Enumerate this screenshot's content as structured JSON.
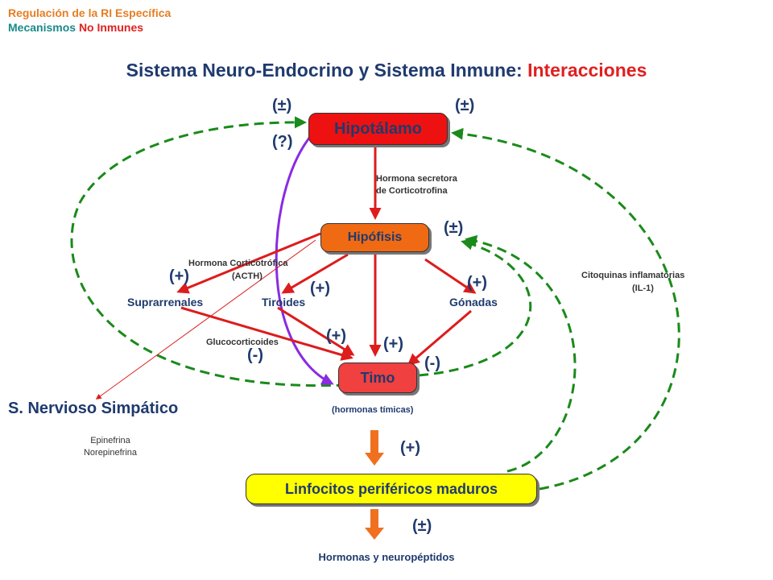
{
  "header": {
    "line1": "Regulación de la RI Específica",
    "line2_part1": "Mecanismos ",
    "line2_part2": "No Inmunes"
  },
  "title": {
    "part1": "Sistema Neuro-Endocrino y Sistema Inmune: ",
    "part2": "Interacciones"
  },
  "nodes": {
    "hipotalamo": "Hipotálamo",
    "hipofisis": "Hipófisis",
    "timo": "Timo",
    "linfocitos": "Linfocitos periféricos maduros",
    "suprarrenales": "Suprarrenales",
    "tiroides": "Tiroides",
    "gonadas": "Gónadas",
    "snervioso": "S. Nervioso Simpático"
  },
  "labels": {
    "hormona_secretora_1": "Hormona secretora",
    "hormona_secretora_2": "de Corticotrofina",
    "hormona_corticotrofica_1": "Hormona Corticotrófica",
    "hormona_corticotrofica_2": "(ACTH)",
    "glucocorticoides": "Glucocorticoides",
    "citoquinas_1": "Citoquinas inflamatorias",
    "citoquinas_2": "(IL-1)",
    "hormonas_timicas": "(hormonas tímicas)",
    "epinefrina": "Epinefrina",
    "norepinefrina": "Norepinefrina",
    "hormonas_neuropeptidos": "Hormonas y neuropéptidos"
  },
  "signs": {
    "hip_left": "(±)",
    "hip_right": "(±)",
    "hip_question": "(?)",
    "hipofisis_right": "(±)",
    "suprarrenales": "(+)",
    "tiroides": "(+)",
    "gonadas": "(+)",
    "timo_plus_1": "(+)",
    "timo_plus_2": "(+)",
    "timo_minus_left": "(-)",
    "timo_minus_right": "(-)",
    "linfocitos": "(+)",
    "hormonas": "(±)"
  },
  "colors": {
    "header_orange": "#e67e22",
    "header_teal": "#1a8a8a",
    "header_red": "#e02020",
    "title_blue": "#1f3a6e",
    "title_red": "#e02020",
    "arrow_red": "#dd1c1c",
    "dashed_green": "#1a8a1a",
    "purple": "#8a2be2",
    "orange_arrow": "#f07020",
    "hipotalamo_fill": "#ee1111",
    "hipofisis_fill": "#f06a14",
    "timo_fill": "#f04040",
    "linfocitos_fill": "#ffff00"
  }
}
